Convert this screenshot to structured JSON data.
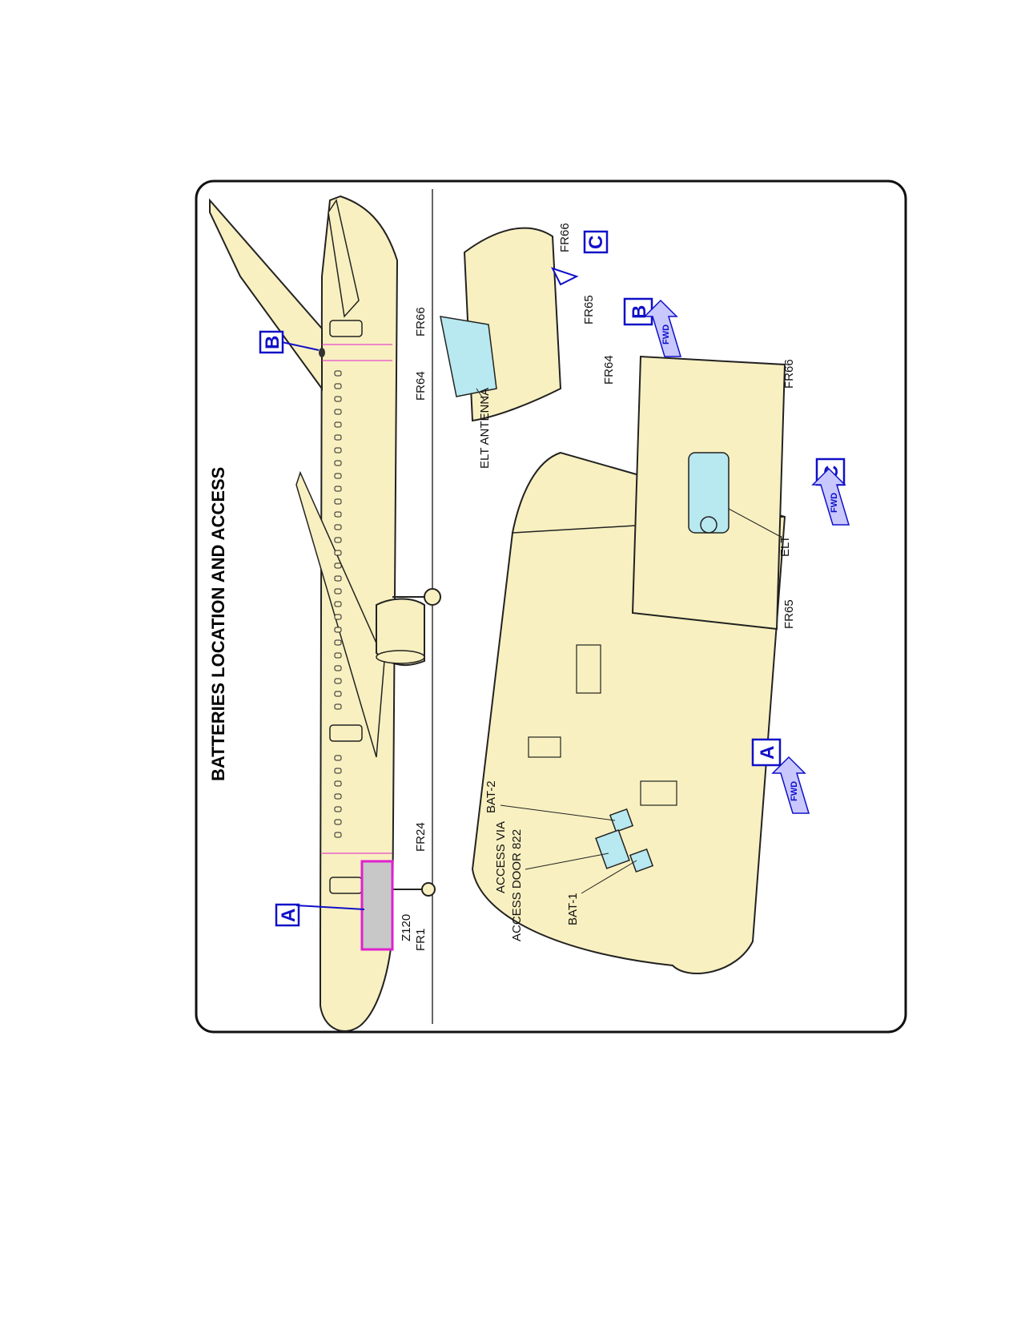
{
  "title": "BATTERIES LOCATION AND ACCESS",
  "colors": {
    "fill": "#f8f0c0",
    "stroke": "#222222",
    "callout": "#1010c8",
    "highlight": "#e020d0",
    "access_zone": "#c8c8c8",
    "battery": "#b8e8f0"
  },
  "aircraft": {
    "frames": [
      "FR1",
      "FR24",
      "FR64",
      "FR66"
    ],
    "zone": "Z120",
    "callouts": [
      "A",
      "B"
    ]
  },
  "view_a": {
    "callout": "A",
    "fwd": "FWD",
    "labels": [
      "BAT-2",
      "ACCESS VIA",
      "ACCESS DOOR 822",
      "BAT-1"
    ]
  },
  "view_b": {
    "callout": "B",
    "ref_callout": "C",
    "fwd": "FWD",
    "frames": [
      "FR66",
      "FR65",
      "FR64"
    ],
    "label": "ELT ANTENNA"
  },
  "view_c": {
    "callout": "C",
    "fwd": "FWD",
    "frames": [
      "FR66",
      "FR65"
    ],
    "label": "ELT"
  }
}
